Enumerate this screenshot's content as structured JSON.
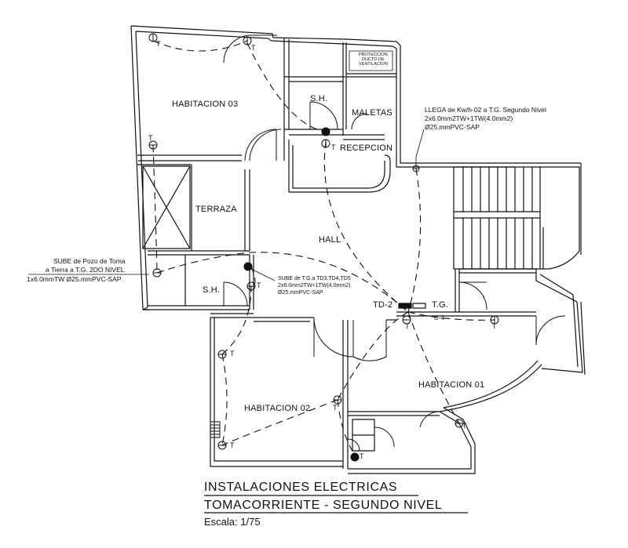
{
  "rooms": {
    "habitacion_03": "HABITACION 03",
    "sh_top": "S.H.",
    "maletas": "MALETAS",
    "recepcion": "RECEPCION",
    "terraza": "TERRAZA",
    "hall": "HALL",
    "sh_left": "S.H.",
    "habitacion_01": "HABITACION 01",
    "habitacion_02": "HABITACION 02"
  },
  "tags": {
    "td2": "TD-2",
    "tg": "T.G.",
    "c4": "C-4",
    "outlet": "T"
  },
  "notes": {
    "llega_line1": "LLEGA de Kw/h-02 a T.G. Segundo Nivel",
    "llega_line2": "2x6.0mm2TW+1TW(4.0mm2)",
    "llega_line3": "Ø25.mmPVC-SAP",
    "sube_pozo_line1": "SUBE de Pozo de Toma",
    "sube_pozo_line2": "a Tierra a T.G. 2DO NIVEL",
    "sube_pozo_line3": "1x6.0mmTW Ø25.mmPVC-SAP",
    "sube_tg_line1": "SUBE de T.G.a TD3,TD4,TD5",
    "sube_tg_line2": "2x6.0mm2TW+1TW(4.0mm2)",
    "sube_tg_line3": "Ø25.mmPVC-SAP",
    "proteccion": "PROTECCION\nDUCTO DE\nVENTILACION"
  },
  "title_block": {
    "line1": "INSTALACIONES ELECTRICAS",
    "line2": "TOMACORRIENTE - SEGUNDO NIVEL",
    "scale": "Escala: 1/75"
  },
  "colors": {
    "ink": "#111111",
    "hatch": "#333333"
  }
}
